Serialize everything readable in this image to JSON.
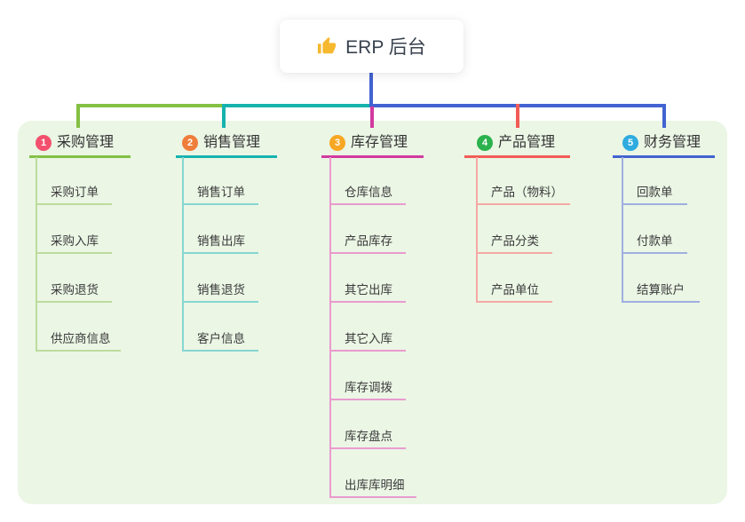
{
  "root": {
    "label": "ERP 后台",
    "icon": "thumbs-up-icon",
    "icon_color": "#f5b82e",
    "connector_color": "#4263d1"
  },
  "panel": {
    "bg_color": "#ebf6e5"
  },
  "branches": [
    {
      "badge": "1",
      "label": "采购管理",
      "badge_color": "#f3506e",
      "line_color": "#84c043",
      "light_line_color": "#bcdc9c",
      "items": [
        "采购订单",
        "采购入库",
        "采购退货",
        "供应商信息"
      ]
    },
    {
      "badge": "2",
      "label": "销售管理",
      "badge_color": "#ef7d3b",
      "line_color": "#16b3ae",
      "light_line_color": "#86d6d1",
      "items": [
        "销售订单",
        "销售出库",
        "销售退货",
        "客户信息"
      ]
    },
    {
      "badge": "3",
      "label": "库存管理",
      "badge_color": "#f7a723",
      "line_color": "#d23a9f",
      "light_line_color": "#e99bce",
      "items": [
        "仓库信息",
        "产品库存",
        "其它出库",
        "其它入库",
        "库存调拨",
        "库存盘点",
        "出库库明细"
      ]
    },
    {
      "badge": "4",
      "label": "产品管理",
      "badge_color": "#2bb24d",
      "line_color": "#f25c56",
      "light_line_color": "#f6a9a4",
      "items": [
        "产品（物料）",
        "产品分类",
        "产品单位"
      ]
    },
    {
      "badge": "5",
      "label": "财务管理",
      "badge_color": "#2fabdf",
      "line_color": "#4263d1",
      "light_line_color": "#9fafe0",
      "items": [
        "回款单",
        "付款单",
        "结算账户"
      ]
    }
  ]
}
